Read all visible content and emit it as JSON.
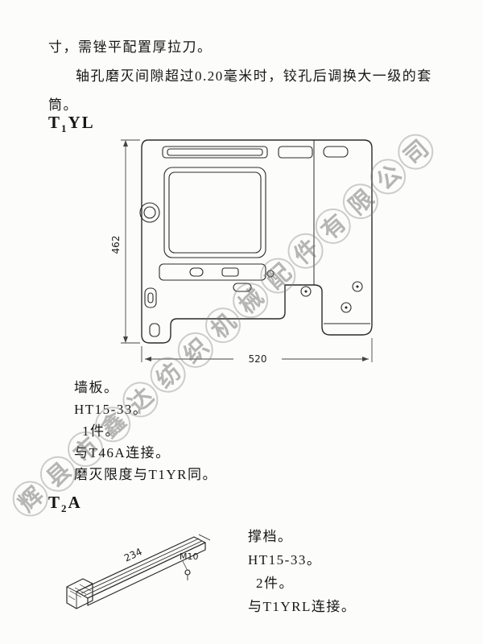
{
  "page": {
    "paragraphs": {
      "line1": "寸，需锉平配置厚拉刀。",
      "line2": "轴孔磨灭间隙超过0.20毫米时，铰孔后调换大一级的套",
      "line3": "筒。"
    },
    "section1": {
      "heading": {
        "pre": "T",
        "sub": "1",
        "post": "YL"
      },
      "drawing": {
        "dim_height": "462",
        "dim_width": "520"
      },
      "notes": [
        "墙板。",
        "HT15-33。",
        "1件。",
        "与T46A连接。",
        "磨灭限度与T1YR同。"
      ]
    },
    "section2": {
      "heading": {
        "pre": "T",
        "sub": "2",
        "post": "A"
      },
      "drawing": {
        "dim_length": "234",
        "thread_label": "M10"
      },
      "notes": [
        "撑档。",
        "HT15-33。",
        "2件。",
        "与T1YRL连接。"
      ]
    },
    "watermark": {
      "text": "辉县市鑫达纺织机械配件有限公司"
    }
  }
}
